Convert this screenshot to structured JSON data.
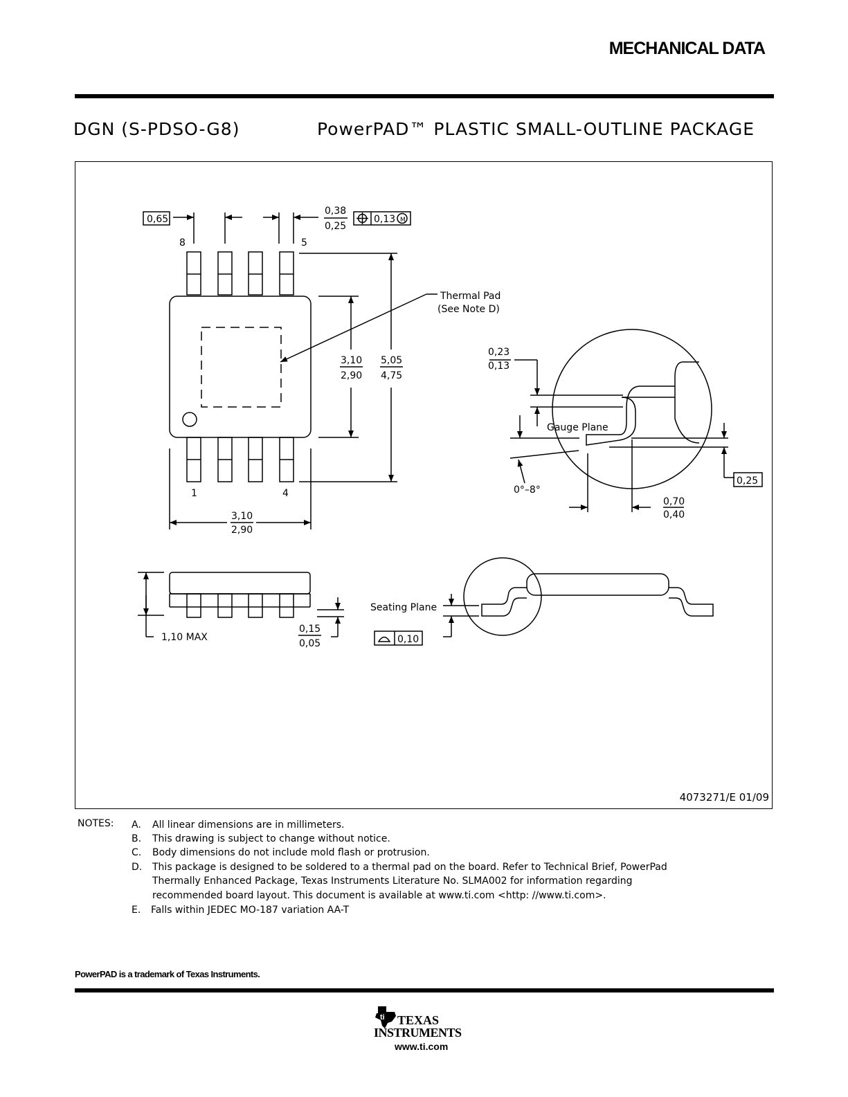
{
  "header": {
    "section_title": "MECHANICAL DATA",
    "package_code": "DGN (S-PDSO-G8)",
    "package_name": "PowerPAD™ PLASTIC SMALL-OUTLINE PACKAGE"
  },
  "drawing": {
    "pitch": "0,65",
    "lead_width_max": "0,38",
    "lead_width_min": "0,25",
    "tolerance": "0,13",
    "pin_8": "8",
    "pin_5": "5",
    "pin_1": "1",
    "pin_4": "4",
    "thermal_pad_label": "Thermal Pad",
    "thermal_pad_note": "(See Note D)",
    "body_width_max": "3,10",
    "body_width_min": "2,90",
    "overall_width_max": "5,05",
    "overall_width_min": "4,75",
    "body_length_max": "3,10",
    "body_length_min": "2,90",
    "lead_thickness_max": "0,23",
    "lead_thickness_min": "0,13",
    "gauge_plane": "Gauge Plane",
    "gauge_value": "0,25",
    "angle": "0°–8°",
    "foot_length_max": "0,70",
    "foot_length_min": "0,40",
    "height_max": "1,10 MAX",
    "standoff_max": "0,15",
    "standoff_min": "0,05",
    "seating_plane": "Seating Plane",
    "flatness": "0,10",
    "drawing_id": "4073271/E 01/09"
  },
  "notes": {
    "heading": "NOTES:",
    "items": [
      {
        "letter": "A.",
        "lines": [
          "All linear dimensions are in millimeters."
        ]
      },
      {
        "letter": "B.",
        "lines": [
          "This drawing is subject to change without notice."
        ]
      },
      {
        "letter": "C.",
        "lines": [
          "Body dimensions do not include mold flash or protrusion."
        ]
      },
      {
        "letter": "D.",
        "lines": [
          "This package is designed to be soldered to a thermal pad on the board.  Refer to Technical Brief, PowerPad",
          "Thermally Enhanced Package, Texas Instruments Literature No. SLMA002 for information regarding",
          "recommended board layout.  This document is available at www.ti.com <http: //www.ti.com>."
        ]
      },
      {
        "letter": "E.",
        "lines": [
          "Falls within JEDEC MO-187 variation AA-T"
        ]
      }
    ]
  },
  "footer": {
    "trademark": "PowerPAD is a trademark of Texas Instruments.",
    "logo_line1": "TEXAS",
    "logo_line2": "INSTRUMENTS",
    "website": "www.ti.com"
  }
}
